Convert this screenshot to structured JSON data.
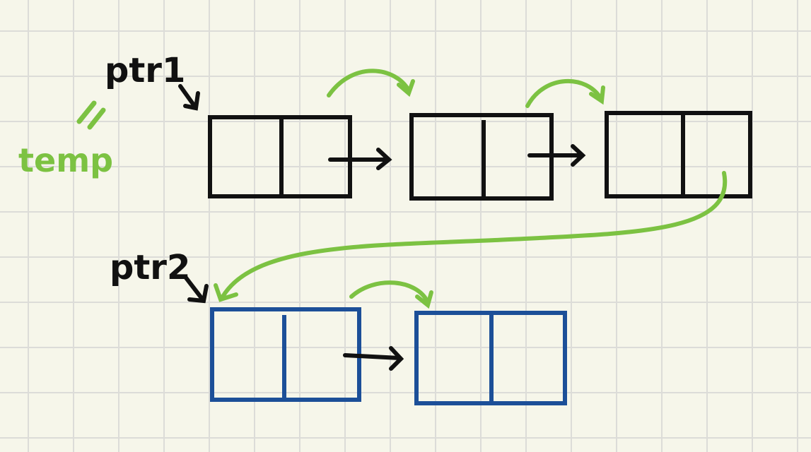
{
  "labels": {
    "ptr1": "ptr1",
    "ptr2": "ptr2",
    "temp": "temp",
    "equals": "="
  },
  "colors": {
    "background": "#f6f6ea",
    "grid": "#dcdcd8",
    "ink": "#111111",
    "green": "#7cc242",
    "blue": "#1c4f98"
  },
  "lists": {
    "top": {
      "node_count": 3,
      "color": "ink"
    },
    "bottom": {
      "node_count": 2,
      "color": "blue"
    }
  }
}
